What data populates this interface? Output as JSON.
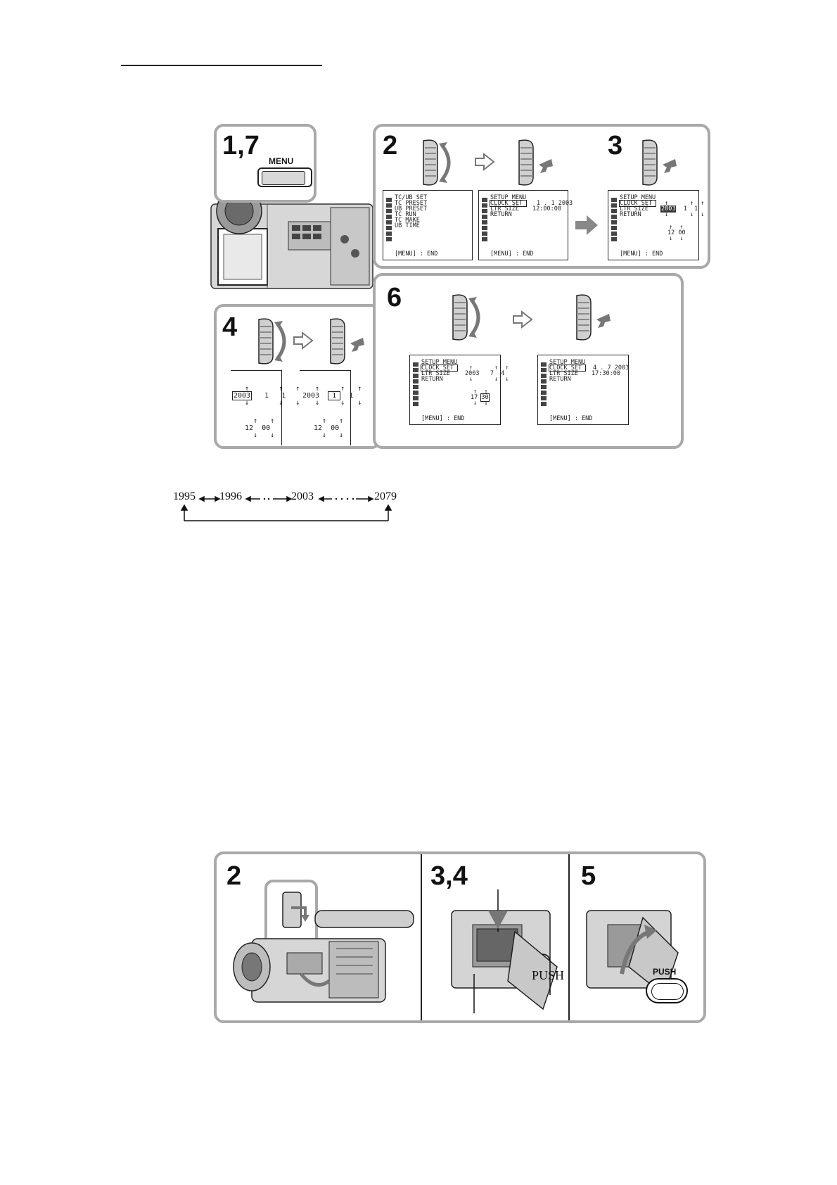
{
  "steps": {
    "s1": "1,7",
    "s2": "2",
    "s3": "3",
    "s4": "4",
    "s6": "6",
    "b2": "2",
    "b34": "3,4",
    "b5": "5"
  },
  "menu_button_label": "MENU",
  "lcd_tcub": {
    "rows": [
      "TC/UB SET",
      "TC PRESET",
      "UB PRESET",
      "TC RUN",
      "TC MAKE",
      "UB TIME"
    ],
    "footer": "[MENU] : END"
  },
  "lcd_setup_2": {
    "rows": [
      "SETUP MENU",
      "CLOCK SET",
      "LTR SIZE",
      "RETURN"
    ],
    "clock_value": "1 . 1 2003",
    "time_value": "12:00:00",
    "footer": "[MENU] : END"
  },
  "lcd_setup_3": {
    "rows": [
      "SETUP MENU",
      "CLOCK SET",
      "LTR SIZE",
      "RETURN"
    ],
    "year": "2003",
    "month": "1",
    "day": "1",
    "hour": "12",
    "minute": "00",
    "footer": "[MENU] : END"
  },
  "step4": {
    "left": {
      "year": "2003",
      "month": "1",
      "day": "1",
      "hour": "12",
      "minute": "00"
    },
    "right": {
      "year": "2003",
      "month": "1",
      "day": "1",
      "hour": "12",
      "minute": "00"
    }
  },
  "lcd_setup_6a": {
    "rows": [
      "SETUP MENU",
      "CLOCK SET",
      "LTR SIZE",
      "RETURN"
    ],
    "year": "2003",
    "month": "7",
    "day": "4",
    "hour": "17",
    "minute": "30",
    "footer": "[MENU] : END"
  },
  "lcd_setup_6b": {
    "rows": [
      "SETUP MENU",
      "CLOCK SET",
      "LTR SIZE",
      "RETURN"
    ],
    "clock_value": "4 . 7 2003",
    "time_value": "17:30:00",
    "footer": "[MENU] : END"
  },
  "year_sequence": [
    "1995",
    "1996",
    "2003",
    "2079"
  ],
  "push_label_1": "PUSH",
  "push_label_2": "PUSH",
  "colors": {
    "panel_border": "#a9a9a9",
    "text": "#111111"
  }
}
